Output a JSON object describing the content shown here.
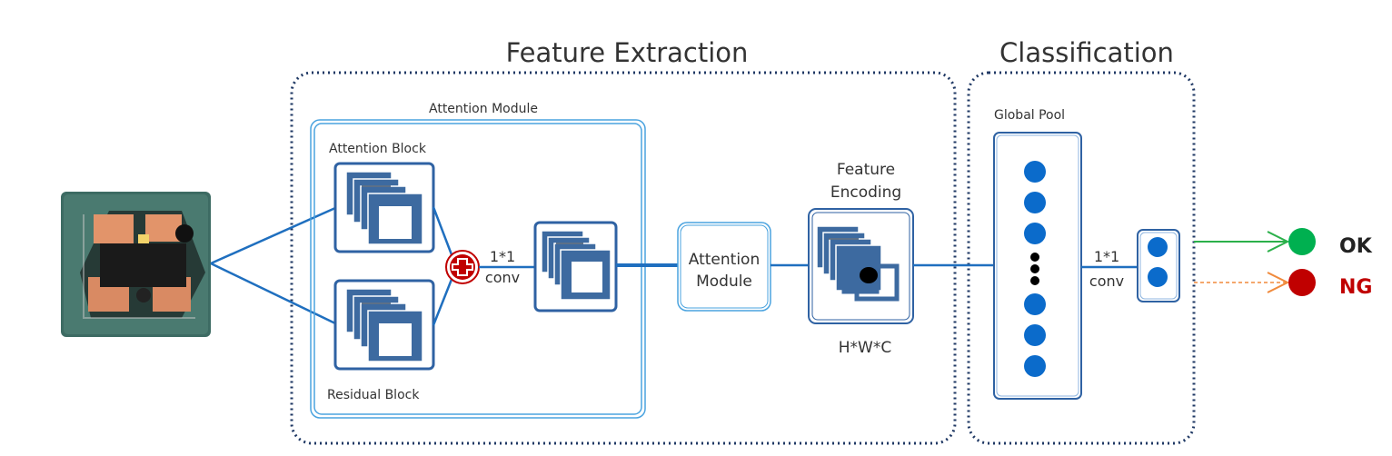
{
  "sections": {
    "feature_extraction_title": "Feature Extraction",
    "classification_title": "Classification"
  },
  "attention_module": {
    "label": "Attention Module",
    "attention_block_label": "Attention Block",
    "residual_block_label": "Residual Block",
    "conv_line1": "1*1",
    "conv_line2": "conv"
  },
  "attention_module_box": {
    "line1": "Attention",
    "line2": "Module"
  },
  "feature_encoding": {
    "line1": "Feature",
    "line2": "Encoding",
    "shape_label": "H*W*C"
  },
  "global_pool": {
    "label": "Global Pool"
  },
  "classifier_conv": {
    "line1": "1*1",
    "line2": "conv"
  },
  "outputs": [
    {
      "label": "OK",
      "color": "#00b050"
    },
    {
      "label": "NG",
      "color": "#c00000"
    }
  ],
  "colors": {
    "accent_blue": "#1f6fbf",
    "frame_blue": "#3d6aa0",
    "node_blue": "#0b6bcb",
    "dotted": "#1f3864",
    "ok_arrow": "#2bb04a",
    "ng_arrow": "#f08a3c",
    "add_red": "#c00000"
  },
  "icons": {
    "input": "input-chip-photo-icon",
    "add": "elementwise-add-icon"
  }
}
